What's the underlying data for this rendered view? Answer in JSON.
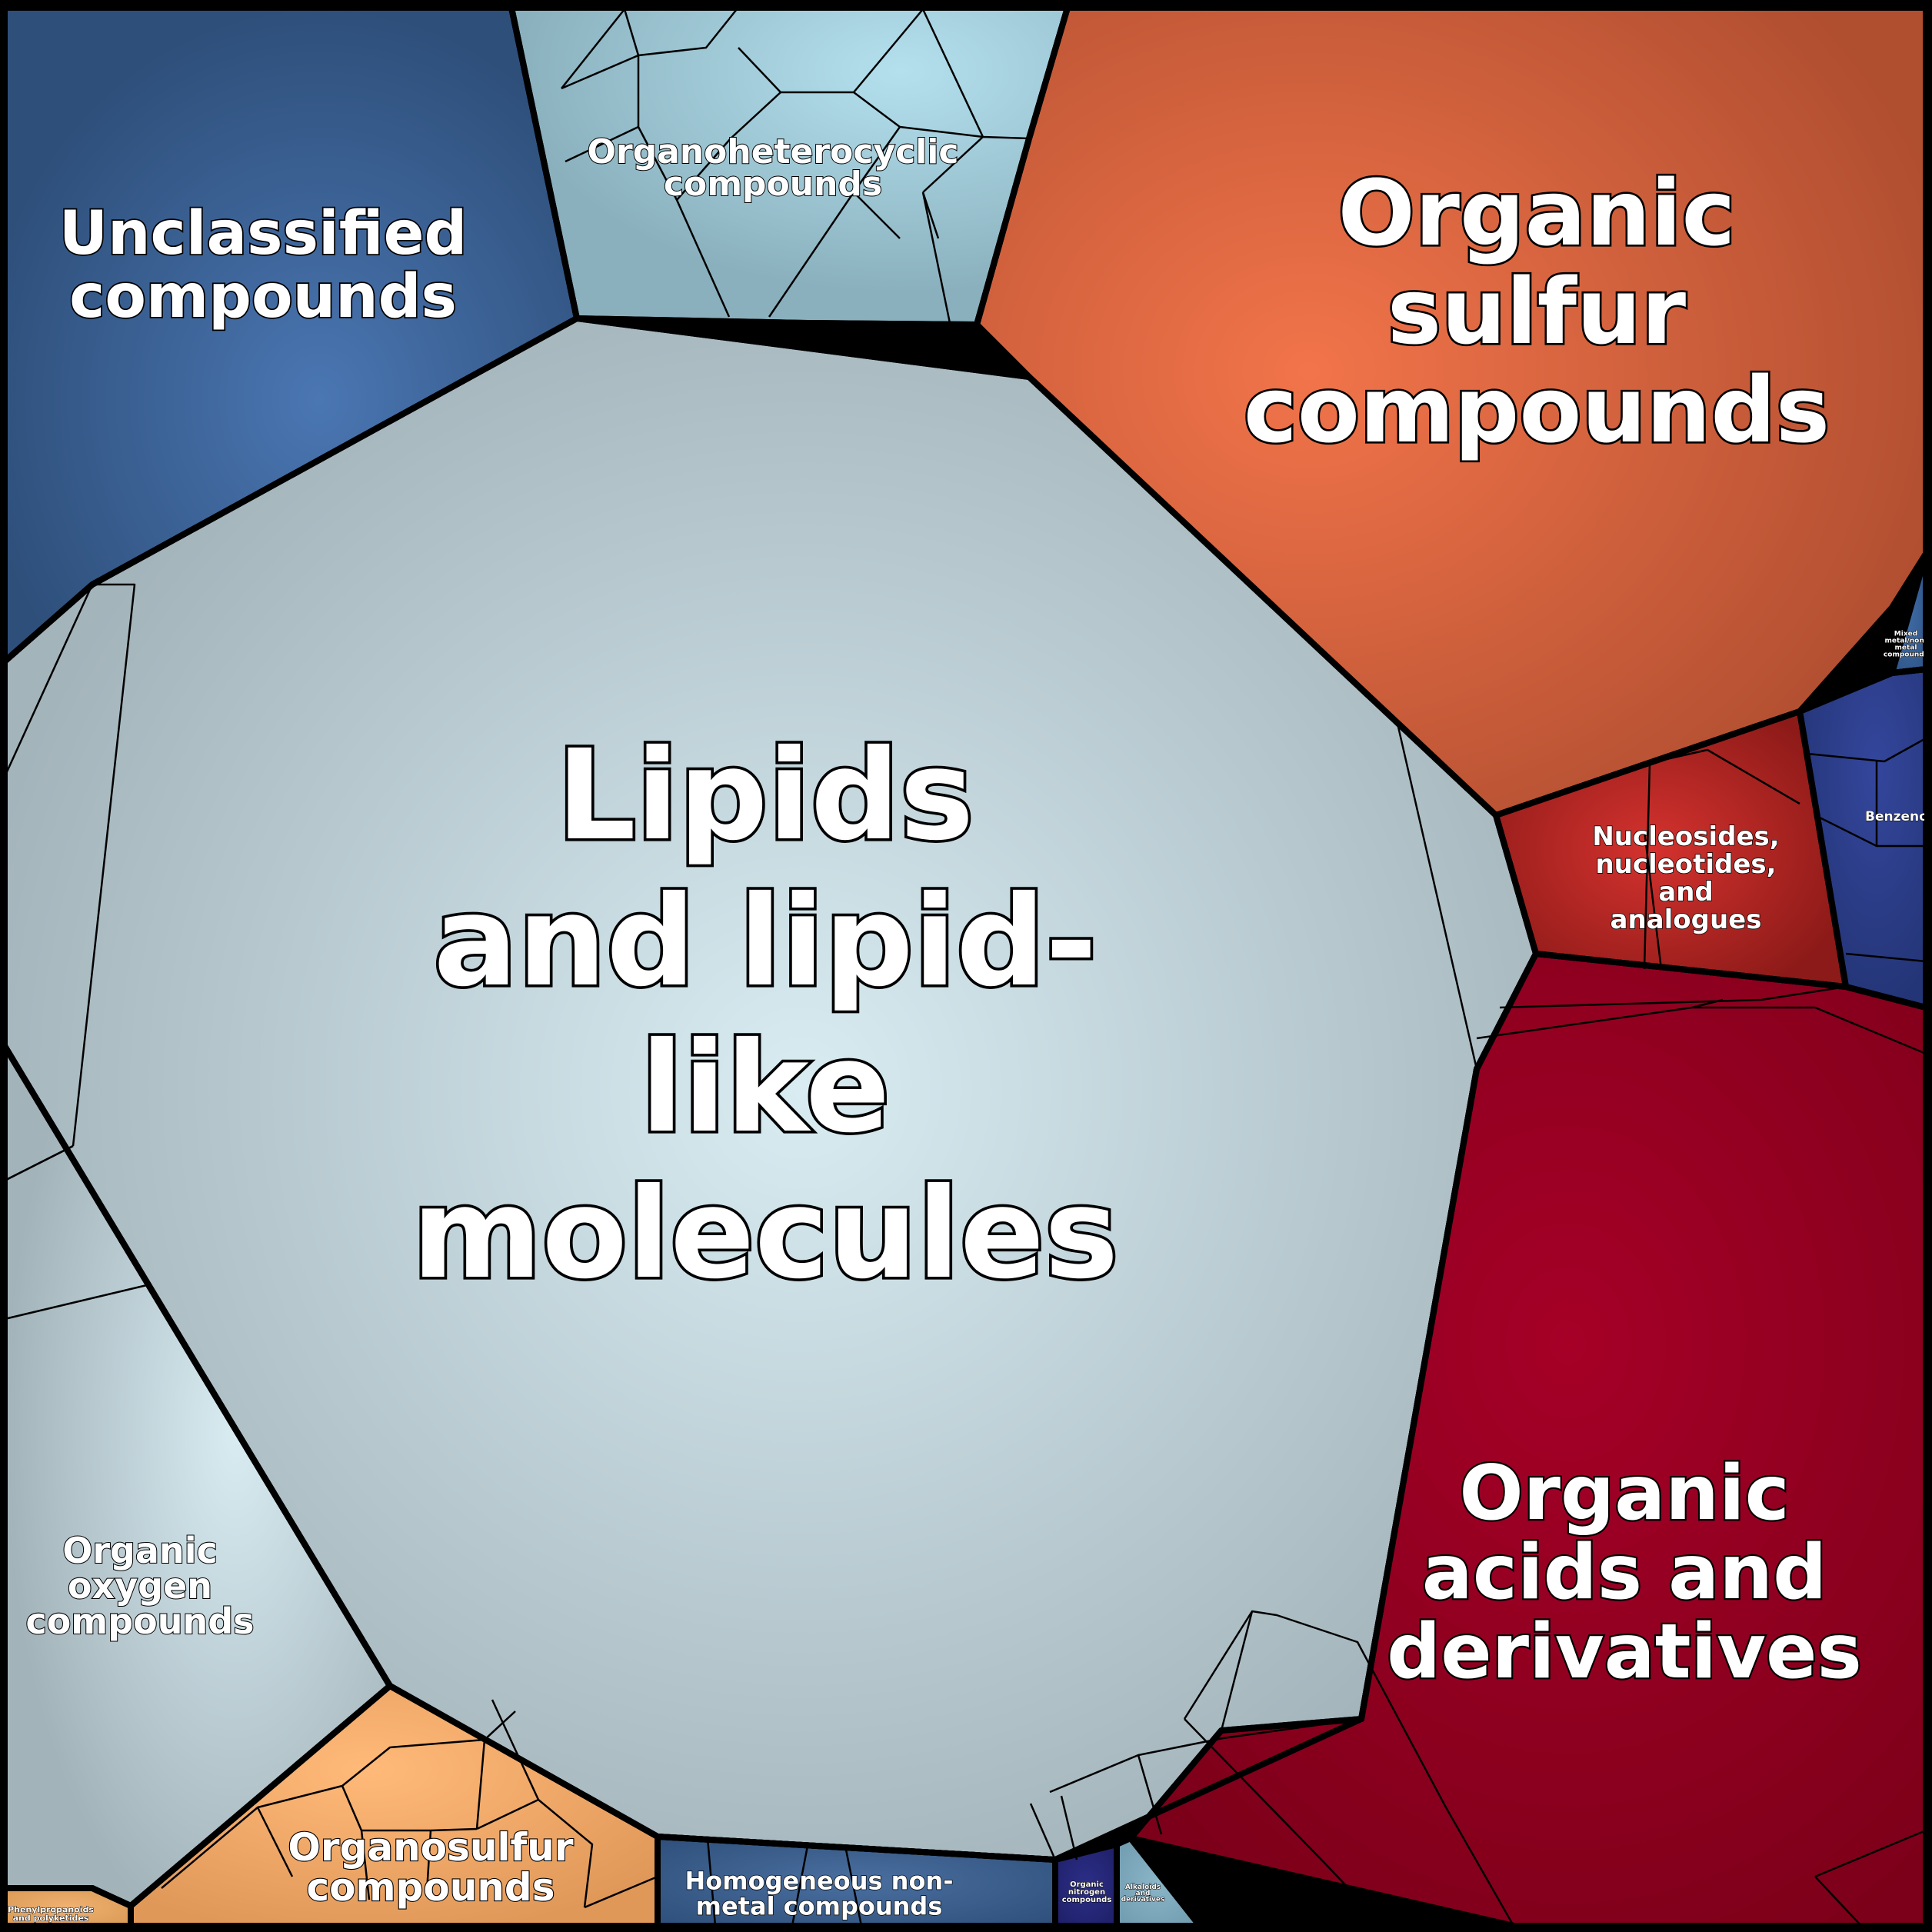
{
  "chart_data": {
    "type": "voronoi-treemap",
    "cells": [
      {
        "name": "Lipids and lipid-like molecules",
        "label_lines": [
          "Lipids",
          "and lipid-",
          "like",
          "molecules"
        ],
        "color": "#a4b4bb",
        "highlight": "#d8ecf2"
      },
      {
        "name": "Organic sulfur compounds",
        "label_lines": [
          "Organic",
          "sulfur",
          "compounds"
        ],
        "color": "#b04e30",
        "highlight": "#f2744a"
      },
      {
        "name": "Organic acids and derivatives",
        "label_lines": [
          "Organic",
          "acids and",
          "derivatives"
        ],
        "color": "#7c0019",
        "highlight": "#a60027"
      },
      {
        "name": "Unclassified compounds",
        "label_lines": [
          "Unclassified",
          "compounds"
        ],
        "color": "#2e4f7a",
        "highlight": "#4a76b2"
      },
      {
        "name": "Organoheterocyclic compounds",
        "label_lines": [
          "Organoheterocyclic",
          "compounds"
        ],
        "color": "#8ab0bd",
        "highlight": "#b4e0ee"
      },
      {
        "name": "Organic oxygen compounds",
        "label_lines": [
          "Organic",
          "oxygen",
          "compounds"
        ],
        "color": "#a3b3ba",
        "highlight": "#d8ecf2"
      },
      {
        "name": "Organosulfur compounds",
        "label_lines": [
          "Organosulfur",
          "compounds"
        ],
        "color": "#e09859",
        "highlight": "#ffb978"
      },
      {
        "name": "Homogeneous non-metal compounds",
        "label_lines": [
          "Homogeneous non-",
          "metal compounds"
        ],
        "color": "#2e4f7a",
        "highlight": "#4a6fa0"
      },
      {
        "name": "Nucleosides, nucleotides, and analogues",
        "label_lines": [
          "Nucleosides,",
          "nucleotides,",
          "and",
          "analogues"
        ],
        "color": "#8c1a18",
        "highlight": "#d4322e"
      },
      {
        "name": "Benzenoids",
        "label_lines": [
          "Benzenoids"
        ],
        "color": "#243577",
        "highlight": "#34469c"
      },
      {
        "name": "Mixed metal/non-metal compounds",
        "label_lines": [
          "Mixed",
          "metal/non-",
          "metal",
          "compounds"
        ],
        "color": "#2e5486",
        "highlight": "#3e6aa4"
      },
      {
        "name": "Organic nitrogen compounds",
        "label_lines": [
          "Organic",
          "nitrogen",
          "compounds"
        ],
        "color": "#1e1f66",
        "highlight": "#2c2e88"
      },
      {
        "name": "Alkaloids and derivatives",
        "label_lines": [
          "Alkaloids",
          "and",
          "derivatives"
        ],
        "color": "#6f99ad",
        "highlight": "#8bb6c8"
      },
      {
        "name": "Phenylpropanoids and polyketides",
        "label_lines": [
          "Phenylpropanoids",
          "and polyketides"
        ],
        "color": "#d99a55",
        "highlight": "#f0b070"
      }
    ]
  }
}
